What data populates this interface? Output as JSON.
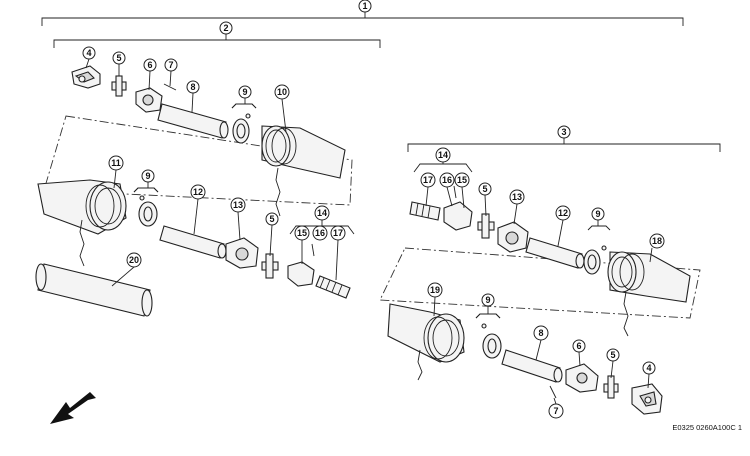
{
  "figure": {
    "reference_code": "E0325 0260A100C 1"
  },
  "callouts": {
    "c1": "1",
    "c2": "2",
    "c3": "3",
    "c4a": "4",
    "c5a": "5",
    "c6a": "6",
    "c7a": "7",
    "c8a": "8",
    "c9a": "9",
    "c10": "10",
    "c11": "11",
    "c9b": "9",
    "c12a": "12",
    "c13a": "13",
    "c5b": "5",
    "c14a": "14",
    "c15a": "15",
    "c16a": "16",
    "c17a": "17",
    "c20": "20",
    "c14b": "14",
    "c17b": "17",
    "c16b": "16",
    "c15b": "15",
    "c5c": "5",
    "c13b": "13",
    "c12b": "12",
    "c9c": "9",
    "c18": "18",
    "c19": "19",
    "c9d": "9",
    "c8b": "8",
    "c6b": "6",
    "c5d": "5",
    "c4b": "4",
    "c7b": "7"
  },
  "icons": {
    "direction": "arrow-down-left-icon"
  }
}
